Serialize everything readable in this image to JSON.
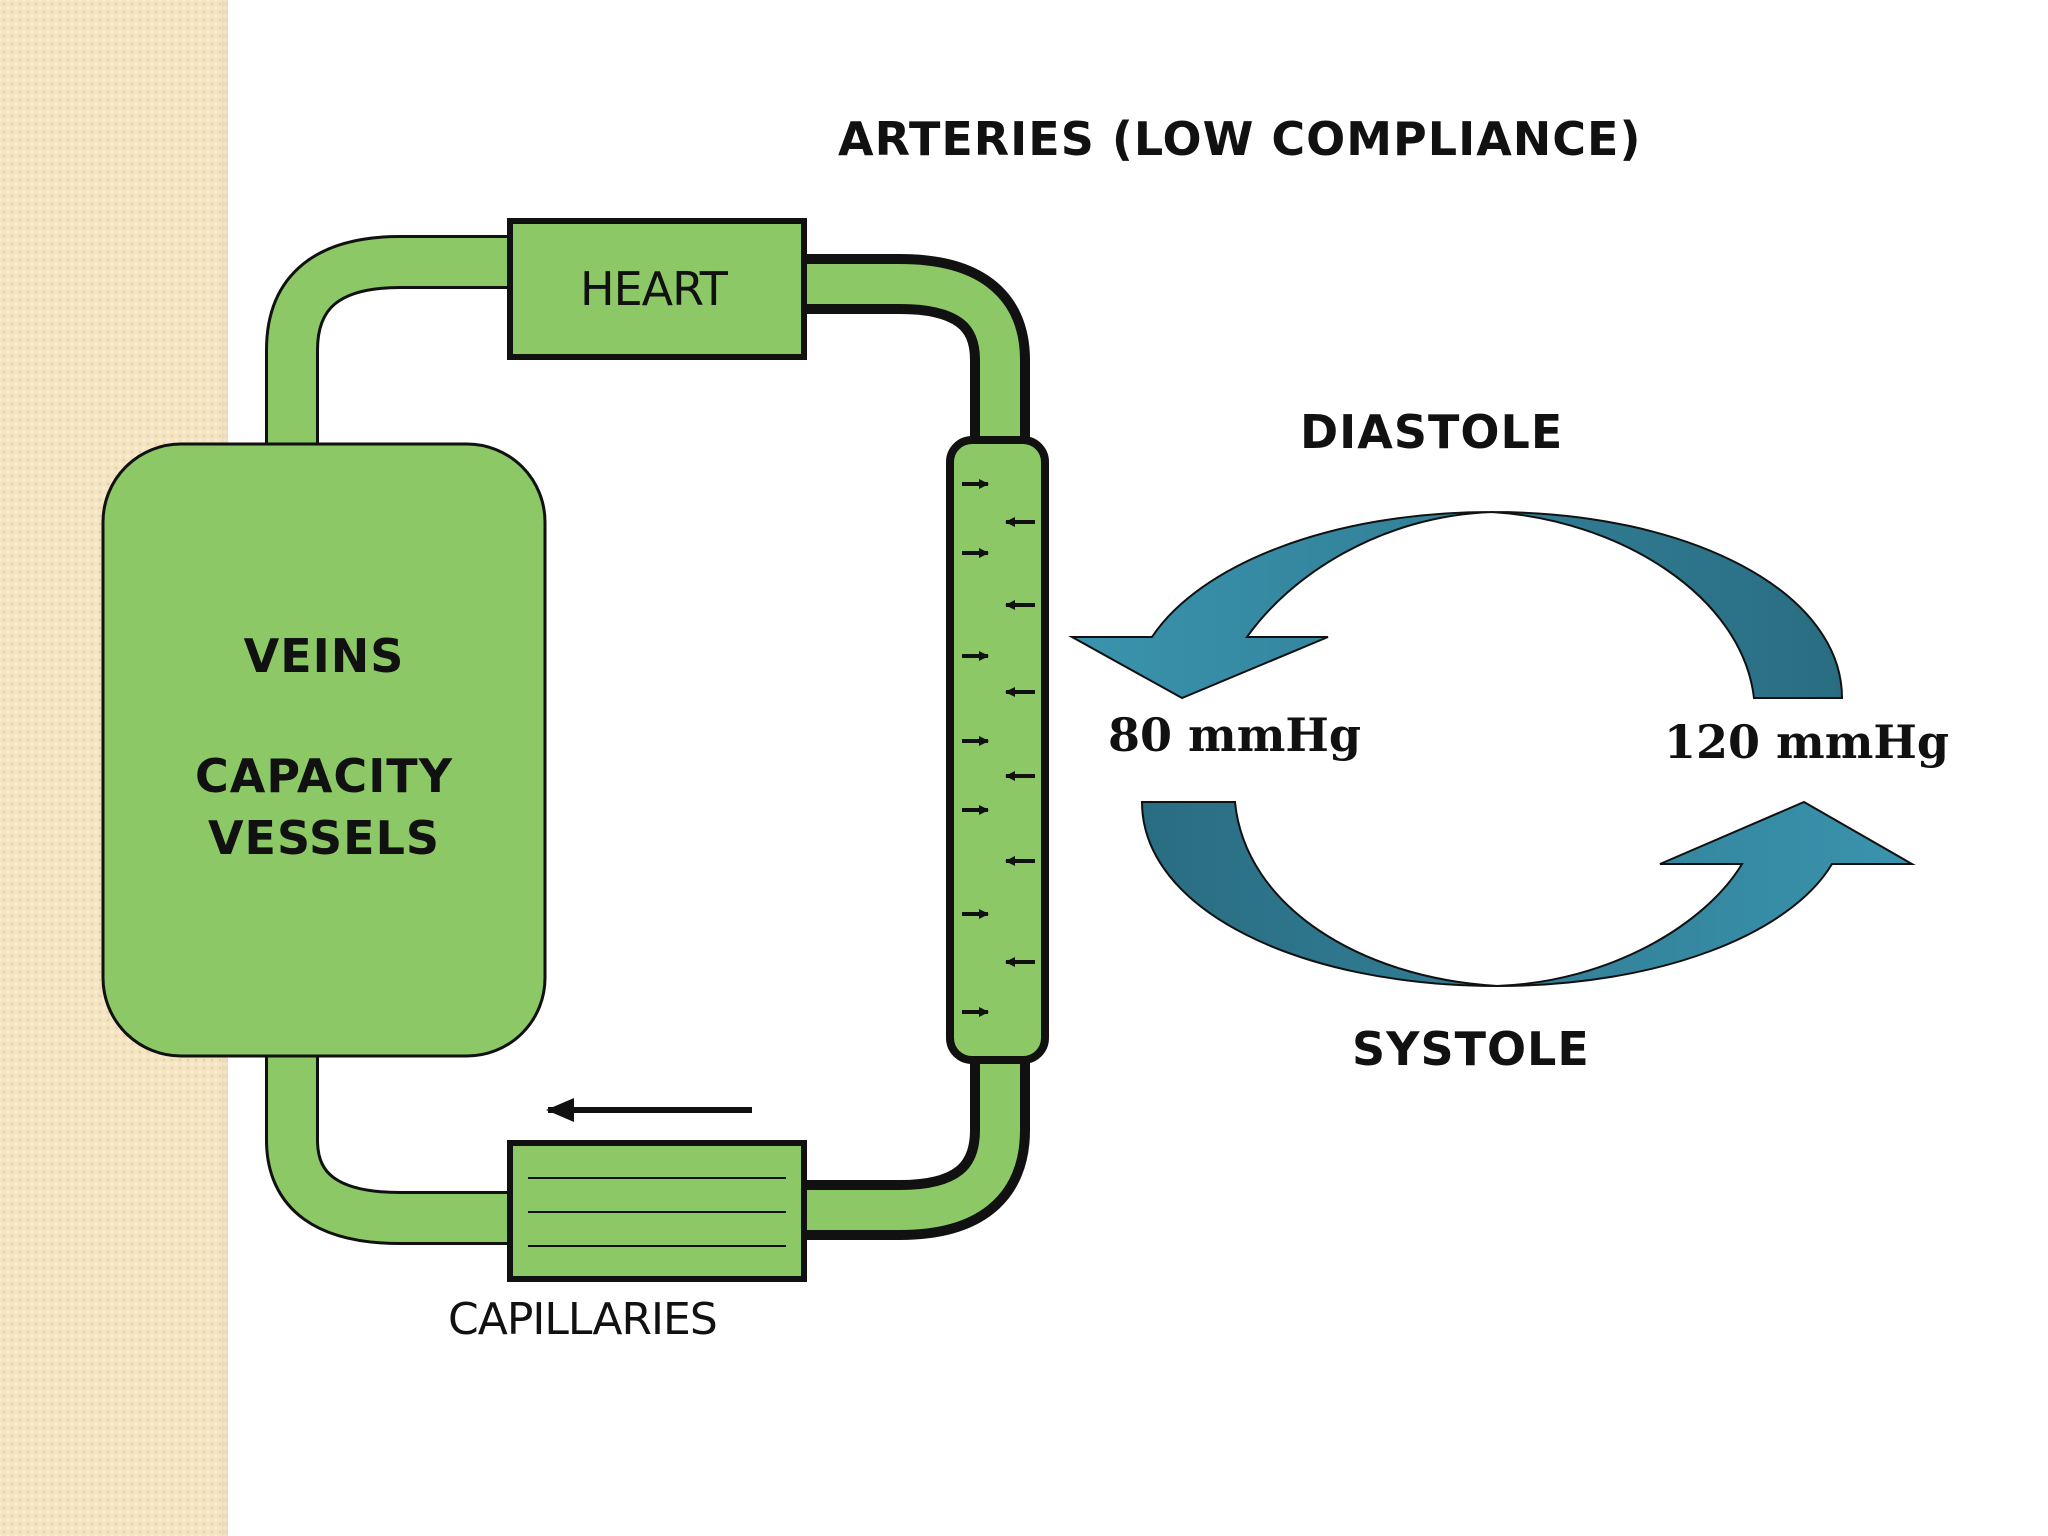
{
  "title": "ARTERIES  (LOW COMPLIANCE)",
  "heart_label": "HEART",
  "capillaries_label": "CAPILLARIES",
  "veins": {
    "line1": "VEINS",
    "line2": "CAPACITY",
    "line3": "VESSELS"
  },
  "cycle": {
    "diastole": "DIASTOLE",
    "systole": "SYSTOLE",
    "low_pressure": "80 mmHg",
    "high_pressure": "120 mmHg"
  },
  "colors": {
    "vessel_green": "#8cc865",
    "arrow_teal_light": "#3a93ad",
    "arrow_teal_dark": "#2a6d82",
    "side_strip": "#f4e4c2"
  }
}
